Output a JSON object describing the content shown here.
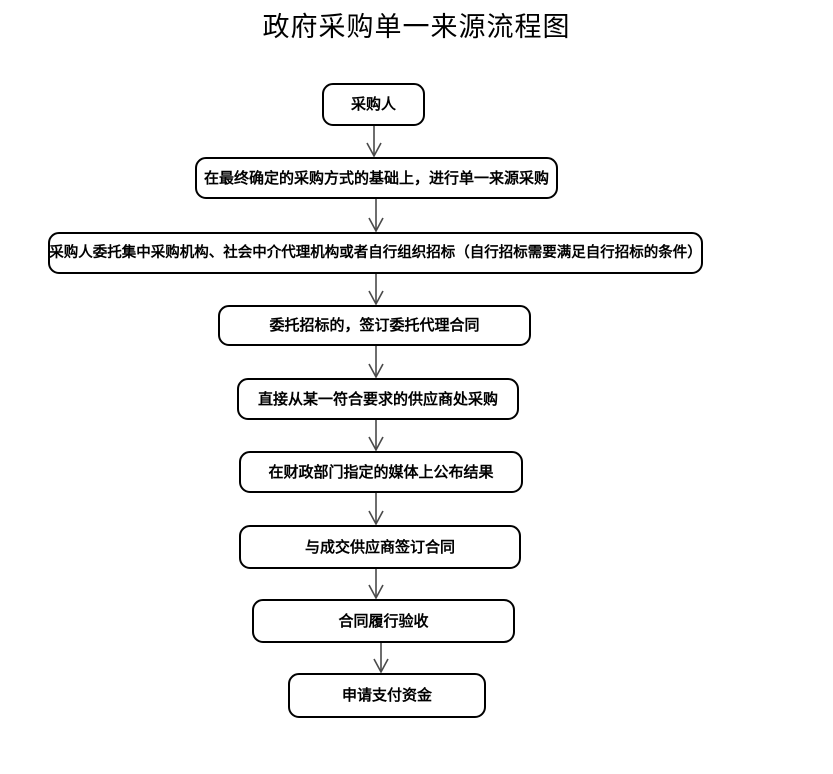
{
  "title": "政府采购单一来源流程图",
  "flowchart": {
    "type": "flowchart",
    "orientation": "vertical",
    "node_shape": "rounded-rectangle",
    "colors": {
      "border": "#000000",
      "fill": "#ffffff",
      "text": "#000000",
      "connector": "#4a4a4a"
    },
    "nodes": [
      {
        "id": "n1",
        "label": "采购人"
      },
      {
        "id": "n2",
        "label": "在最终确定的采购方式的基础上，进行单一来源采购"
      },
      {
        "id": "n3",
        "label": "采购人委托集中采购机构、社会中介代理机构或者自行组织招标（自行招标需要满足自行招标的条件）"
      },
      {
        "id": "n4",
        "label": "委托招标的，签订委托代理合同"
      },
      {
        "id": "n5",
        "label": "直接从某一符合要求的供应商处采购"
      },
      {
        "id": "n6",
        "label": "在财政部门指定的媒体上公布结果"
      },
      {
        "id": "n7",
        "label": "与成交供应商签订合同"
      },
      {
        "id": "n8",
        "label": "合同履行验收"
      },
      {
        "id": "n9",
        "label": "申请支付资金"
      }
    ],
    "edges": [
      {
        "from": "n1",
        "to": "n2",
        "arrow": "open-v"
      },
      {
        "from": "n2",
        "to": "n3",
        "arrow": "open-v"
      },
      {
        "from": "n3",
        "to": "n4",
        "arrow": "open-v"
      },
      {
        "from": "n4",
        "to": "n5",
        "arrow": "open-v"
      },
      {
        "from": "n5",
        "to": "n6",
        "arrow": "open-v"
      },
      {
        "from": "n6",
        "to": "n7",
        "arrow": "open-v"
      },
      {
        "from": "n7",
        "to": "n8",
        "arrow": "open-v"
      },
      {
        "from": "n8",
        "to": "n9",
        "arrow": "open-v"
      }
    ]
  }
}
